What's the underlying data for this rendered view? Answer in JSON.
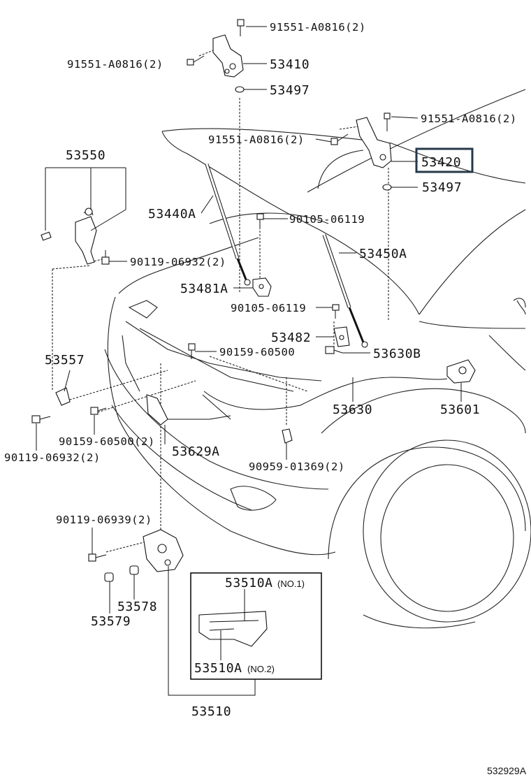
{
  "labels": {
    "bolt_top": "91551-A0816(2)",
    "bolt_left_hinge": "91551-A0816(2)",
    "hinge_lh": "53410",
    "washer_left": "53497",
    "bolt_right_top": "91551-A0816(2)",
    "bolt_right_hinge": "91551-A0816(2)",
    "hinge_rh": "53420",
    "washer_right": "53497",
    "lock_assy": "53550",
    "stay_lh": "53440A",
    "screw_stay_upper": "90105-06119",
    "stay_rh": "53450A",
    "bolt_lock": "90119-06932(2)",
    "bracket_lh": "53481A",
    "screw_stay_lower": "90105-06119",
    "bracket_rh": "53482",
    "cable_b": "53630B",
    "bolt_support_upper": "90159-60500",
    "part_53557": "53557",
    "cable": "53630",
    "lever": "53601",
    "bolt_support_lower": "90159-60500(2)",
    "part_53629a": "53629A",
    "bolt_bottom_left": "90119-06932(2)",
    "clip": "90959-01369(2)",
    "bolt_latch": "90119-06939(2)",
    "part_53578": "53578",
    "part_53579": "53579",
    "inset_no1_code": "53510A",
    "inset_no1_suffix": "(NO.1)",
    "inset_no2_code": "53510A",
    "inset_no2_suffix": "(NO.2)",
    "latch_assy": "53510"
  },
  "diagram_ref": "532929A",
  "highlight_color": "#26384a"
}
